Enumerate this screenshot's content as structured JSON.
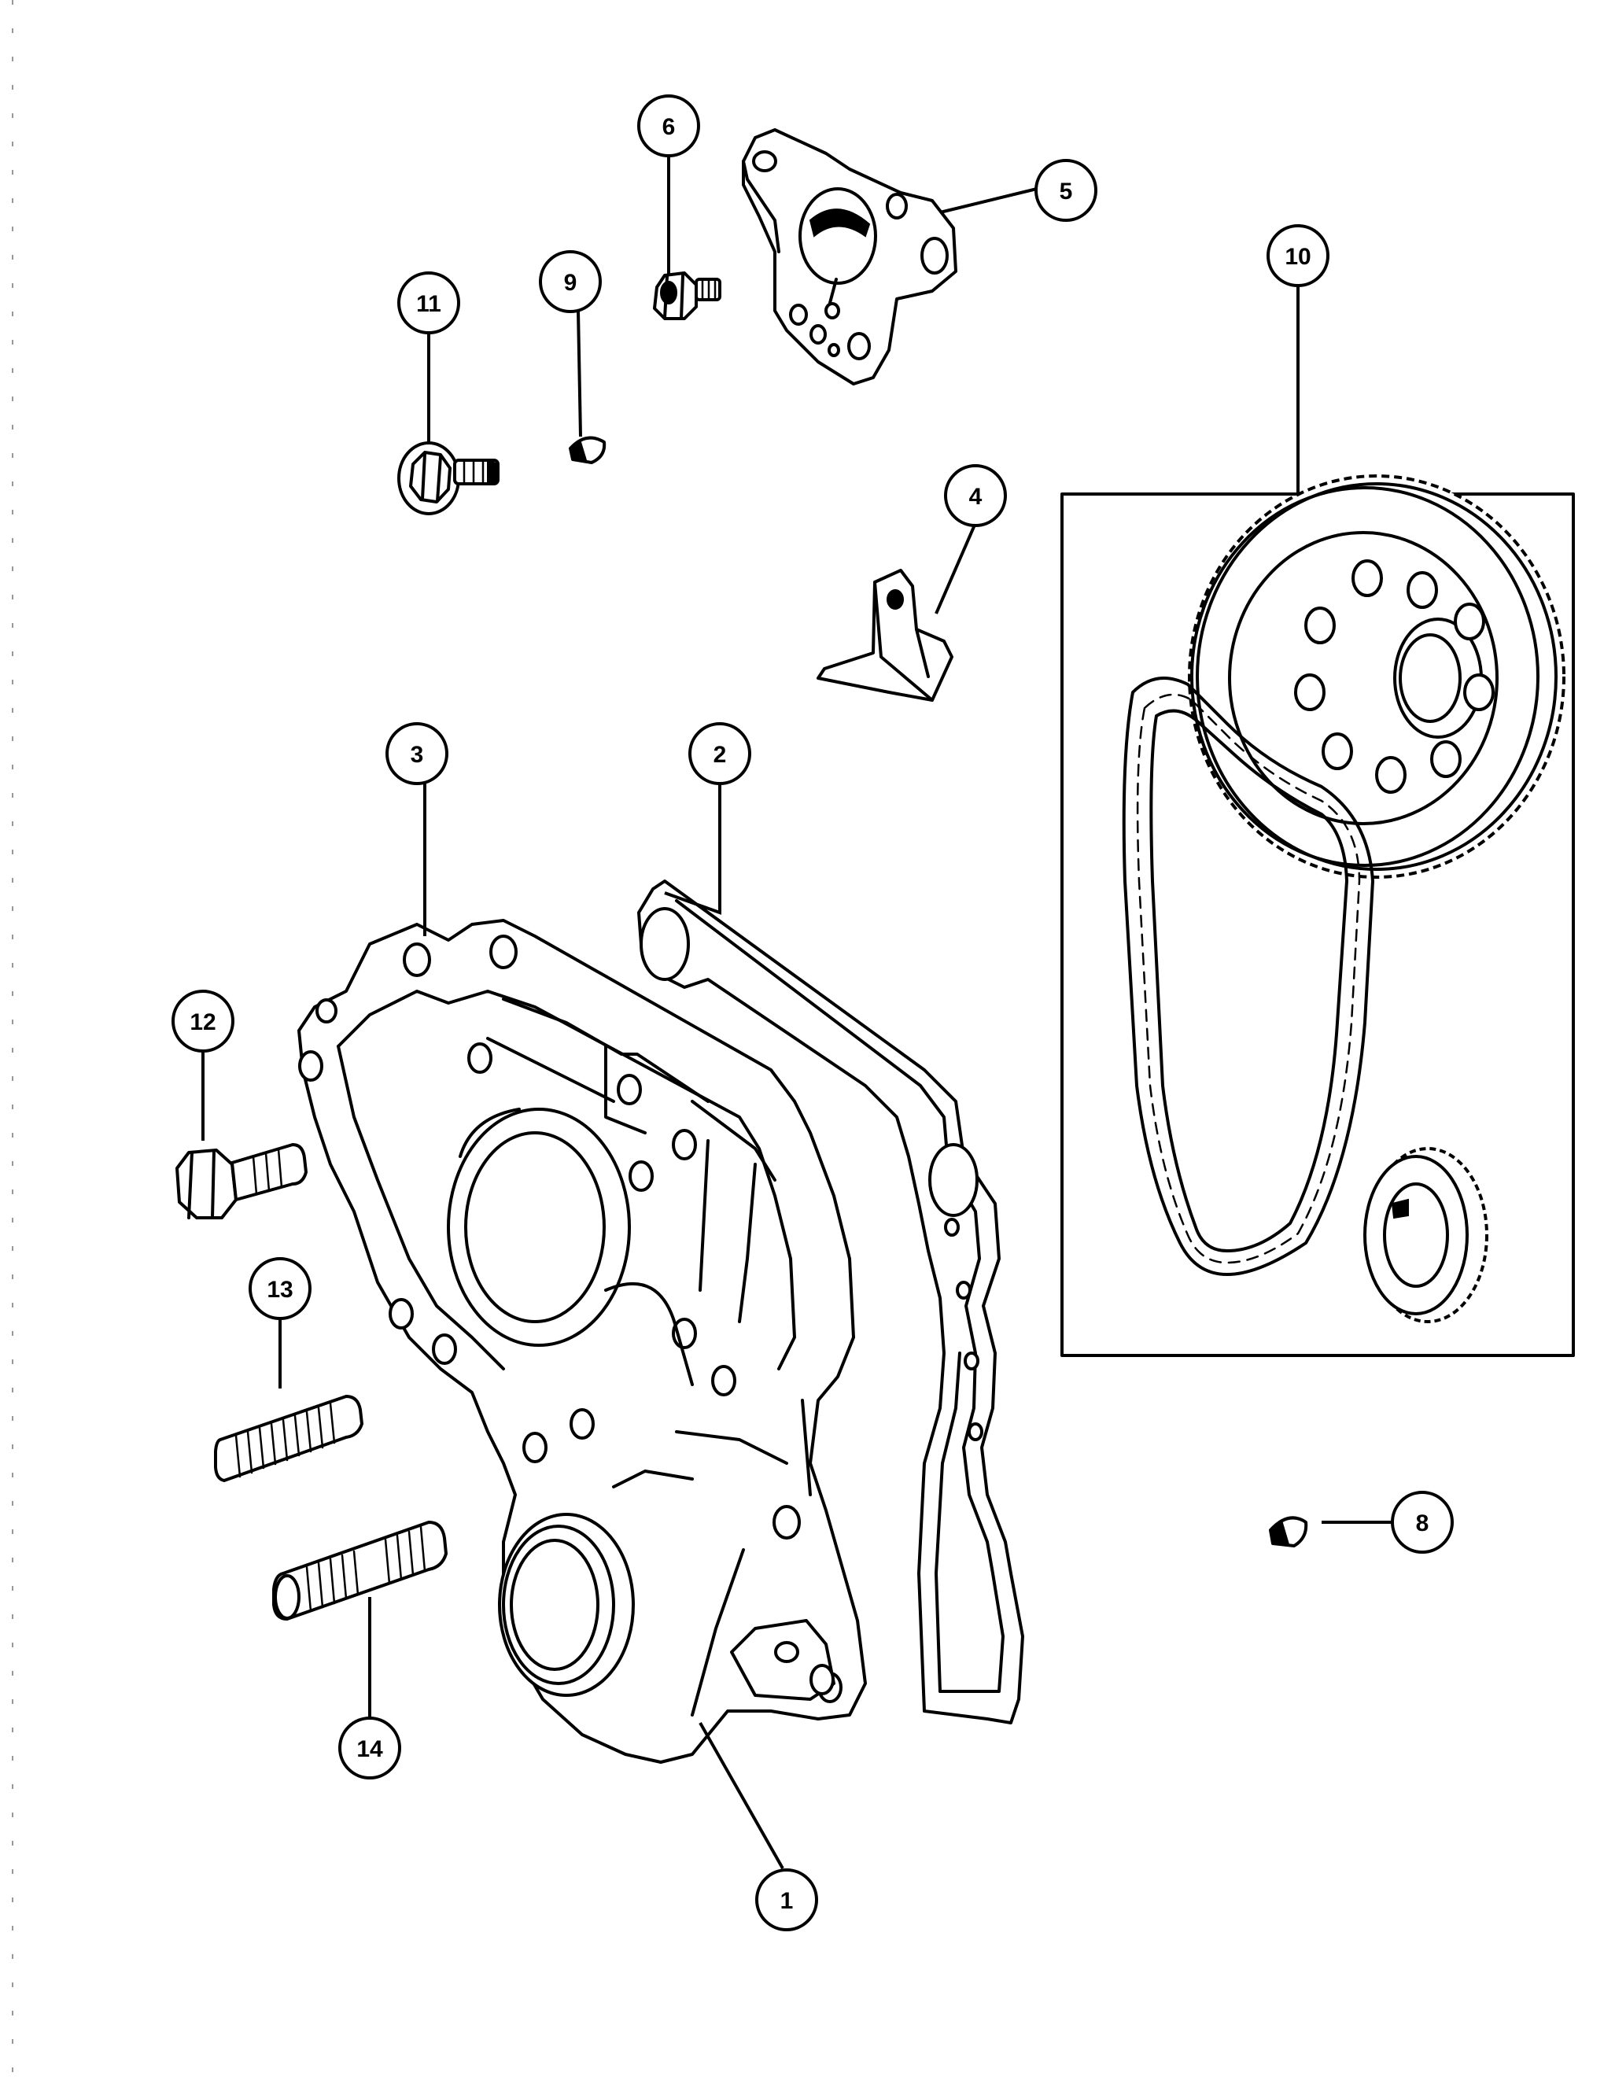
{
  "callouts": [
    {
      "id": "1",
      "label": "1"
    },
    {
      "id": "2",
      "label": "2"
    },
    {
      "id": "3",
      "label": "3"
    },
    {
      "id": "4",
      "label": "4"
    },
    {
      "id": "5",
      "label": "5"
    },
    {
      "id": "6",
      "label": "6"
    },
    {
      "id": "8",
      "label": "8"
    },
    {
      "id": "9",
      "label": "9"
    },
    {
      "id": "10",
      "label": "10"
    },
    {
      "id": "11",
      "label": "11"
    },
    {
      "id": "12",
      "label": "12"
    },
    {
      "id": "13",
      "label": "13"
    },
    {
      "id": "14",
      "label": "14"
    }
  ]
}
